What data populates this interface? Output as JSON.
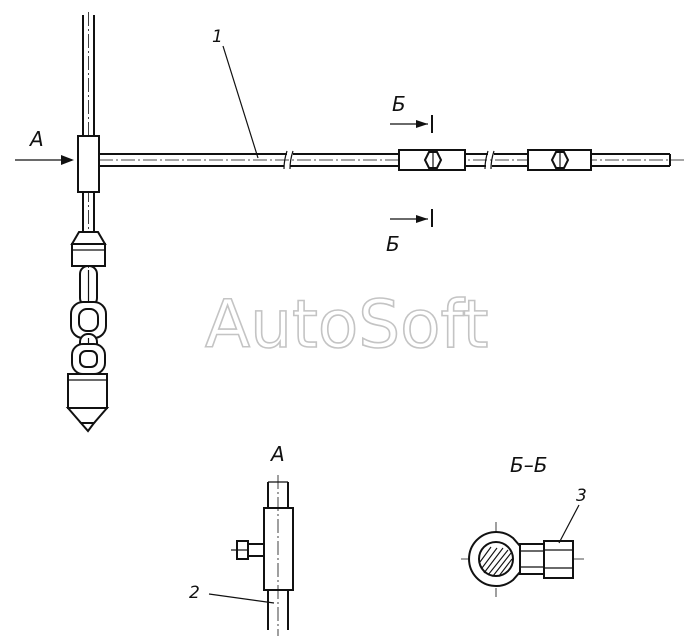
{
  "labels": {
    "view_a": "А",
    "section_b_top": "Б",
    "section_b_bottom": "Б",
    "view_a_title": "А",
    "section_bb_title": "Б–Б"
  },
  "callouts": {
    "c1": "1",
    "c2": "2",
    "c3": "3"
  },
  "watermark": "AutoSoft"
}
